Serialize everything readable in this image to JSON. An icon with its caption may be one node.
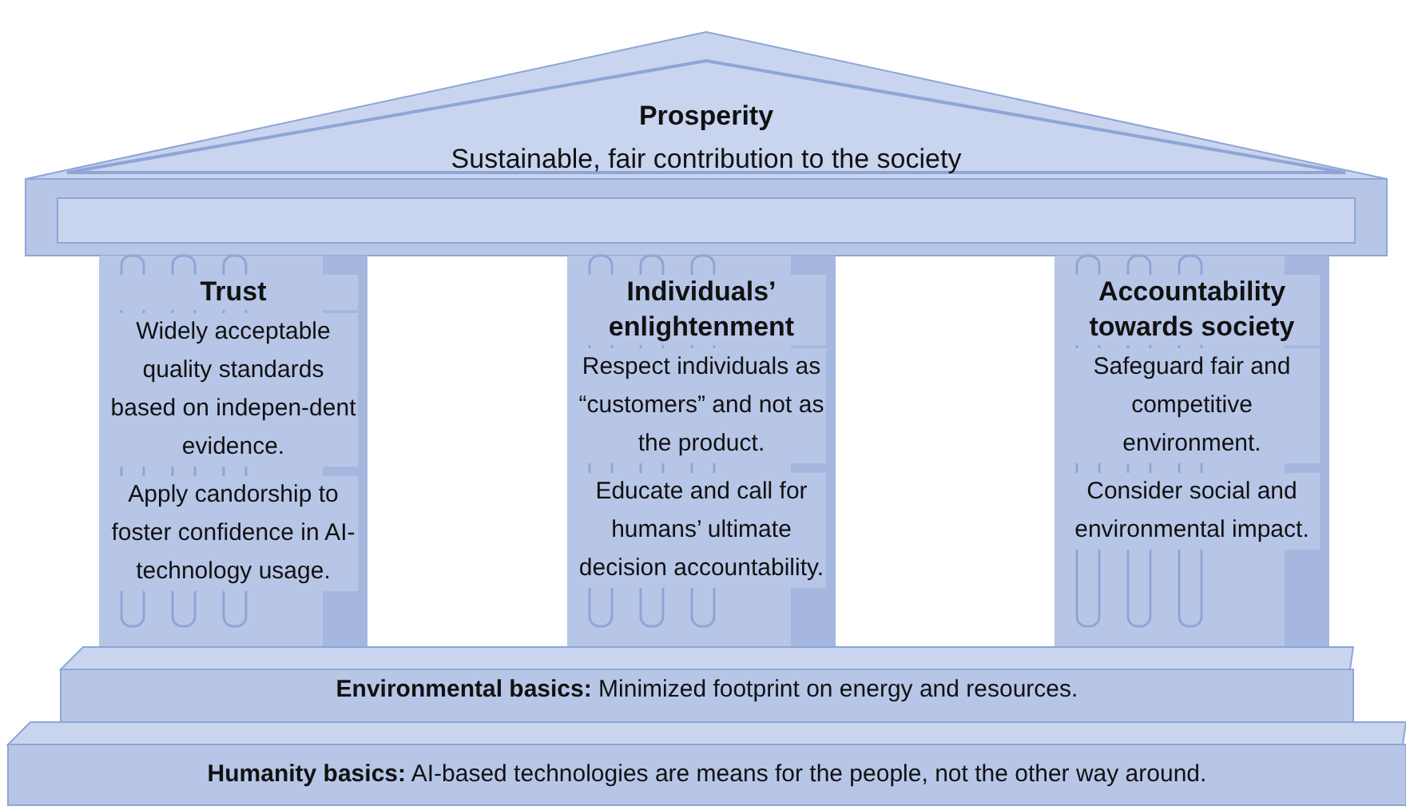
{
  "diagram": {
    "nodes": [
      {
        "text": [
          "Prosperity",
          "Sustainable, fair contribution to the society"
        ]
      },
      {
        "text": [
          "Trust",
          "Widely acceptable quality standards based on indepen-dent evidence.",
          "Apply candorship to foster confidence in AI-technology usage."
        ]
      },
      {
        "text": [
          "Individuals’ enlightenment",
          "Respect individuals as “customers” and not as the product.",
          "Educate and call for humans’ ultimate decision accountability."
        ]
      },
      {
        "text": [
          "Accountability towards society",
          "Safeguard fair and competitive environment.",
          "Consider social and environmental impact."
        ]
      },
      {
        "text": [
          "**Environmental basics:** Minimized footprint on energy and resources."
        ]
      },
      {
        "text": [
          "**Humanity basics:** AI-based technologies are means for the people, not the other way around."
        ]
      }
    ]
  }
}
